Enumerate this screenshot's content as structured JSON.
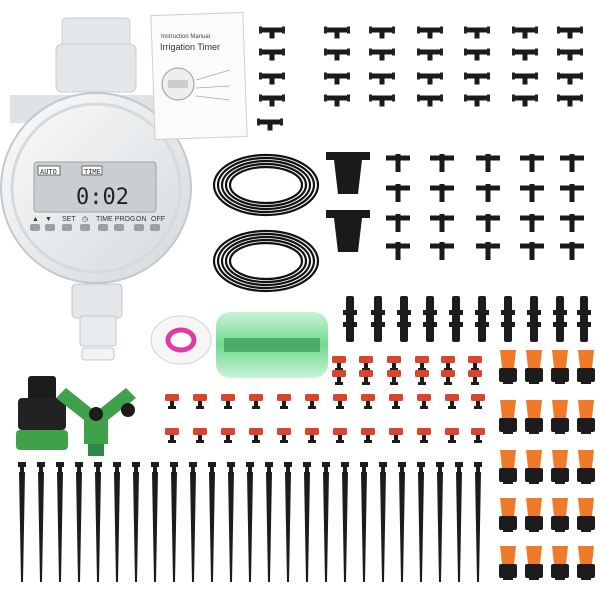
{
  "product": {
    "manual": {
      "subtitle": "Instruction Manual",
      "title": "Irrigation Timer"
    },
    "timer": {
      "mode_badge_left": "AUTO",
      "mode_badge_right": "TIME",
      "display_time": "0:02",
      "button_labels": [
        "▲",
        "▼",
        "SET",
        "◷",
        "TIME PROG",
        "ON",
        "OFF"
      ]
    }
  },
  "colors": {
    "tubing": "#111111",
    "dripper_red": "#d9452e",
    "sprinkler_orange": "#f07a2a",
    "connector_green": "#3fa14a",
    "timer_body": "#e9ecee",
    "lcd": "#c9cfd1"
  }
}
